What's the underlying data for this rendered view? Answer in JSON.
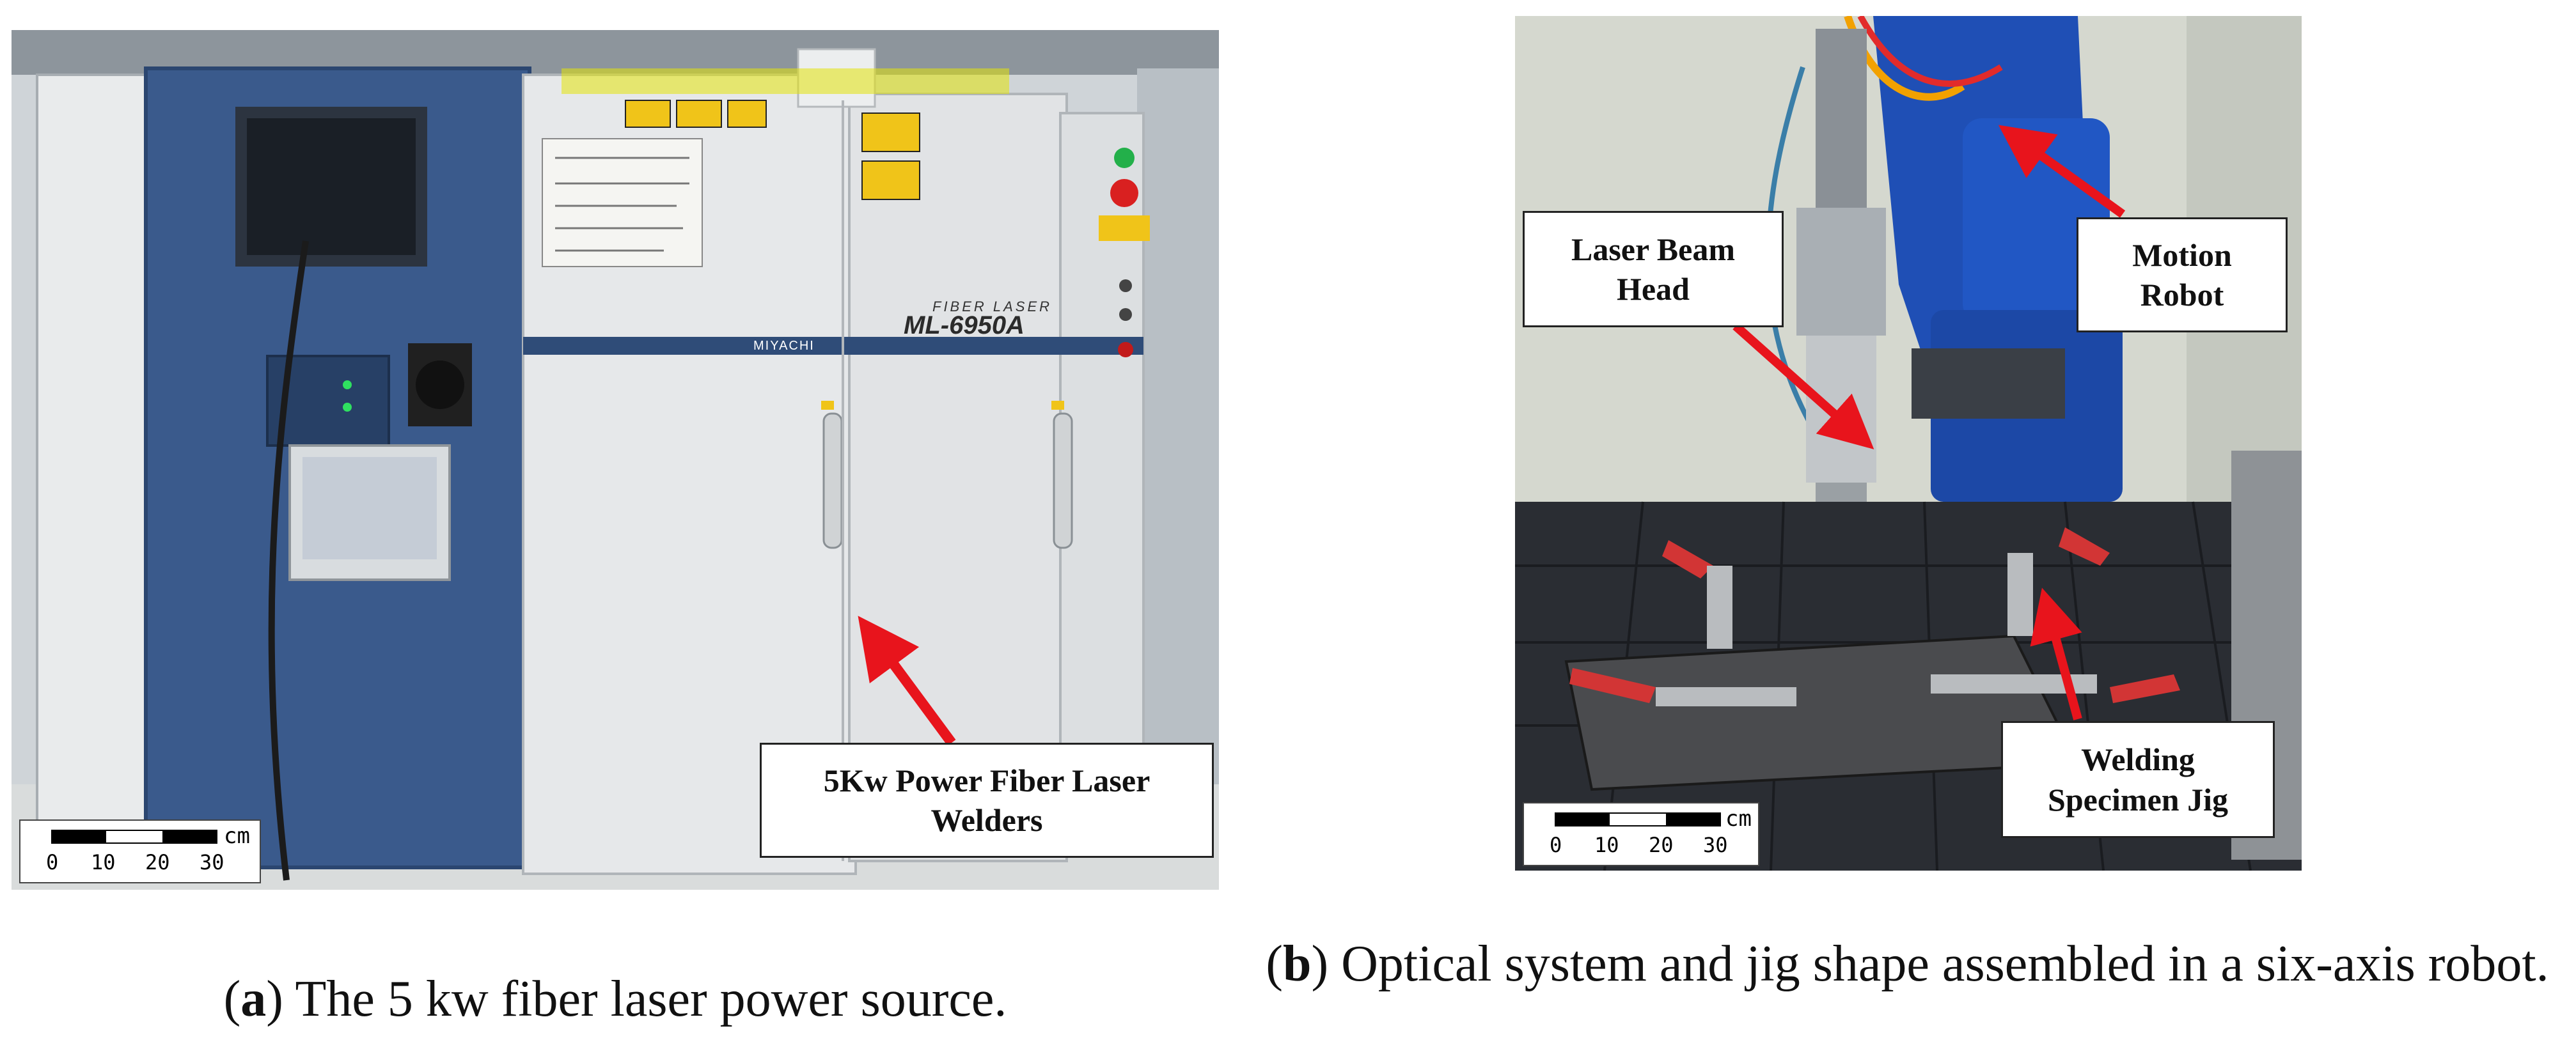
{
  "panel_a": {
    "machine_brand": "MIYACHI",
    "machine_model": "ML-6950A",
    "machine_series": "FIBER LASER",
    "callout": "5Kw Power Fiber Laser\nWelders",
    "scale": {
      "unit": "cm",
      "ticks": [
        "0",
        "10",
        "20",
        "30"
      ]
    }
  },
  "panel_b": {
    "callouts": {
      "laser_head": "Laser Beam\nHead",
      "motion_robot": "Motion\nRobot",
      "specimen_jig": "Welding\nSpecimen Jig"
    },
    "scale": {
      "unit": "cm",
      "ticks": [
        "0",
        "10",
        "20",
        "30"
      ]
    }
  },
  "captions": {
    "a_letter": "a",
    "a_text": " The 5 kw fiber laser power source.",
    "b_letter": "b",
    "b_text": " Optical system and jig shape assembled in a six-axis robot."
  },
  "colors": {
    "arrow": "#e8141c",
    "cabinet_blue": "#3a5a8c",
    "cabinet_white": "#e6e8ea",
    "robot_blue": "#1f4fb5",
    "table_dark": "#2a2d33"
  }
}
